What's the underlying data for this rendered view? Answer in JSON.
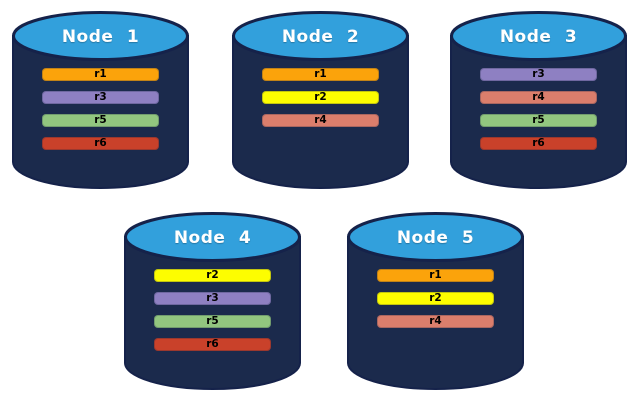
{
  "colors": {
    "cylinder_body": "#1B2A4C",
    "cylinder_top": "#32A0DC",
    "cylinder_outline": "#15224A",
    "replica_r1": "#FBA30B",
    "replica_r2": "#FDFD00",
    "replica_r3": "#8E80C2",
    "replica_r4": "#DB7E6C",
    "replica_r5": "#92C67F",
    "replica_r6": "#C9412A",
    "title_text": "#FFFFFF",
    "bar_text": "#000000"
  },
  "nodes": [
    {
      "title": "Node 1",
      "replicas": [
        {
          "label": "r1",
          "color": "#FBA30B"
        },
        {
          "label": "r3",
          "color": "#8E80C2"
        },
        {
          "label": "r5",
          "color": "#92C67F"
        },
        {
          "label": "r6",
          "color": "#C9412A"
        }
      ]
    },
    {
      "title": "Node 2",
      "replicas": [
        {
          "label": "r1",
          "color": "#FBA30B"
        },
        {
          "label": "r2",
          "color": "#FDFD00"
        },
        {
          "label": "r4",
          "color": "#DB7E6C"
        }
      ]
    },
    {
      "title": "Node 3",
      "replicas": [
        {
          "label": "r3",
          "color": "#8E80C2"
        },
        {
          "label": "r4",
          "color": "#DB7E6C"
        },
        {
          "label": "r5",
          "color": "#92C67F"
        },
        {
          "label": "r6",
          "color": "#C9412A"
        }
      ]
    },
    {
      "title": "Node 4",
      "replicas": [
        {
          "label": "r2",
          "color": "#FDFD00"
        },
        {
          "label": "r3",
          "color": "#8E80C2"
        },
        {
          "label": "r5",
          "color": "#92C67F"
        },
        {
          "label": "r6",
          "color": "#C9412A"
        }
      ]
    },
    {
      "title": "Node 5",
      "replicas": [
        {
          "label": "r1",
          "color": "#FBA30B"
        },
        {
          "label": "r2",
          "color": "#FDFD00"
        },
        {
          "label": "r4",
          "color": "#DB7E6C"
        }
      ]
    }
  ]
}
